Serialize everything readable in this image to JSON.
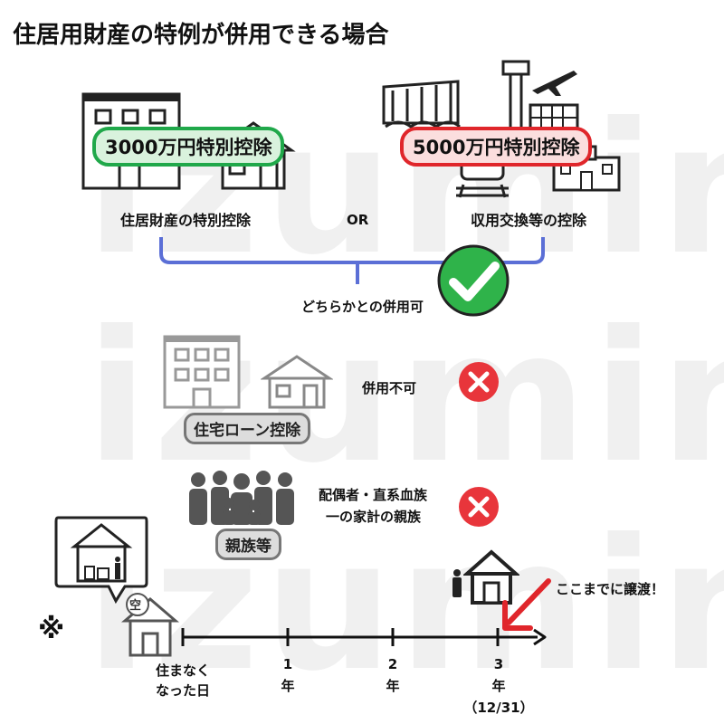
{
  "title": "住居用財産の特例が併用できる場合",
  "watermark": [
    "izumin",
    "izumin",
    "izumin"
  ],
  "top_section": {
    "left_badge": "3000万円特別控除",
    "left_label": "住居財産の特別控除",
    "or_label": "OR",
    "right_badge": "5000万円特別控除",
    "right_label": "収用交換等の控除",
    "combine_label": "どちらかとの併用可"
  },
  "loan_section": {
    "badge": "住宅ローン控除",
    "label": "併用不可"
  },
  "relatives_section": {
    "badge": "親族等",
    "label_line1": "配偶者・直系血族",
    "label_line2": "一の家計の親族"
  },
  "timeline": {
    "note_mark": "※",
    "vacant_marker": "空",
    "deadline_text": "ここまでに譲渡！",
    "ticks": [
      {
        "line1": "住まなく",
        "line2": "なった日",
        "line3": ""
      },
      {
        "line1": "1",
        "line2": "年",
        "line3": ""
      },
      {
        "line1": "2",
        "line2": "年",
        "line3": ""
      },
      {
        "line1": "3",
        "line2": "年",
        "line3": "（12/31）"
      }
    ]
  },
  "colors": {
    "green": "#20a84a",
    "red": "#e0262b",
    "blue_bracket": "#5b6fd6",
    "cross_red": "#e8353b"
  }
}
